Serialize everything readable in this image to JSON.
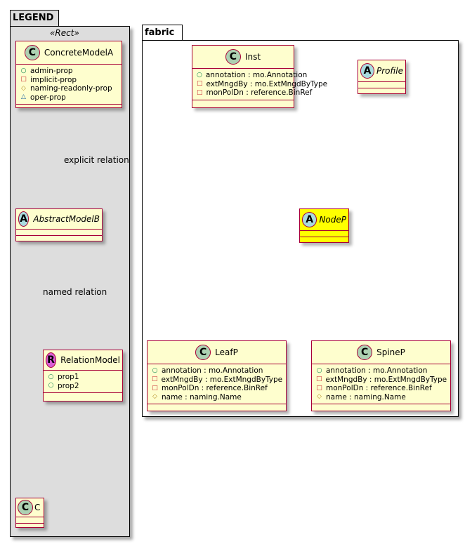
{
  "packages": {
    "legend": {
      "title": "LEGEND",
      "stereotype": "«Rect»",
      "classes": {
        "concrete": {
          "spot": "C",
          "name": "ConcreteModelA",
          "attributes": [
            {
              "visibility": "public",
              "icon": "○",
              "text": "admin-prop"
            },
            {
              "visibility": "private",
              "icon": "□",
              "text": "implicit-prop"
            },
            {
              "visibility": "protected",
              "icon": "◇",
              "text": "naming-readonly-prop"
            },
            {
              "visibility": "package",
              "icon": "△",
              "text": "oper-prop"
            }
          ]
        },
        "abstract": {
          "spot": "A",
          "name": "AbstractModelB"
        },
        "relation": {
          "spot": "R",
          "name": "RelationModel",
          "attributes": [
            {
              "visibility": "public",
              "icon": "○",
              "text": "prop1"
            },
            {
              "visibility": "public",
              "icon": "○",
              "text": "prop2"
            }
          ]
        },
        "c": {
          "spot": "C",
          "name": "C"
        }
      },
      "edges": {
        "explicit": "explicit relation",
        "named": "named relation"
      }
    },
    "fabric": {
      "title": "fabric",
      "classes": {
        "inst": {
          "spot": "C",
          "name": "Inst",
          "attributes": [
            {
              "visibility": "public",
              "icon": "○",
              "text": "annotation : mo.Annotation"
            },
            {
              "visibility": "private",
              "icon": "□",
              "text": "extMngdBy : mo.ExtMngdByType"
            },
            {
              "visibility": "private",
              "icon": "□",
              "text": "monPolDn : reference.BinRef"
            }
          ]
        },
        "profile": {
          "spot": "A",
          "name": "Profile"
        },
        "nodep": {
          "spot": "A",
          "name": "NodeP",
          "highlight": "#ffff00"
        },
        "leafp": {
          "spot": "C",
          "name": "LeafP",
          "attributes": [
            {
              "visibility": "public",
              "icon": "○",
              "text": "annotation : mo.Annotation"
            },
            {
              "visibility": "private",
              "icon": "□",
              "text": "extMngdBy : mo.ExtMngdByType"
            },
            {
              "visibility": "private",
              "icon": "□",
              "text": "monPolDn : reference.BinRef"
            },
            {
              "visibility": "protected",
              "icon": "◇",
              "text": "name : naming.Name"
            }
          ]
        },
        "spinep": {
          "spot": "C",
          "name": "SpineP",
          "attributes": [
            {
              "visibility": "public",
              "icon": "○",
              "text": "annotation : mo.Annotation"
            },
            {
              "visibility": "private",
              "icon": "□",
              "text": "extMngdBy : mo.ExtMngdByType"
            },
            {
              "visibility": "private",
              "icon": "□",
              "text": "monPolDn : reference.BinRef"
            },
            {
              "visibility": "protected",
              "icon": "◇",
              "text": "name : naming.Name"
            }
          ]
        }
      }
    }
  },
  "colors": {
    "border": "#a80036",
    "class_fill": "#fefece",
    "legend_fill": "#dddddd",
    "highlight": "#ffff00"
  }
}
